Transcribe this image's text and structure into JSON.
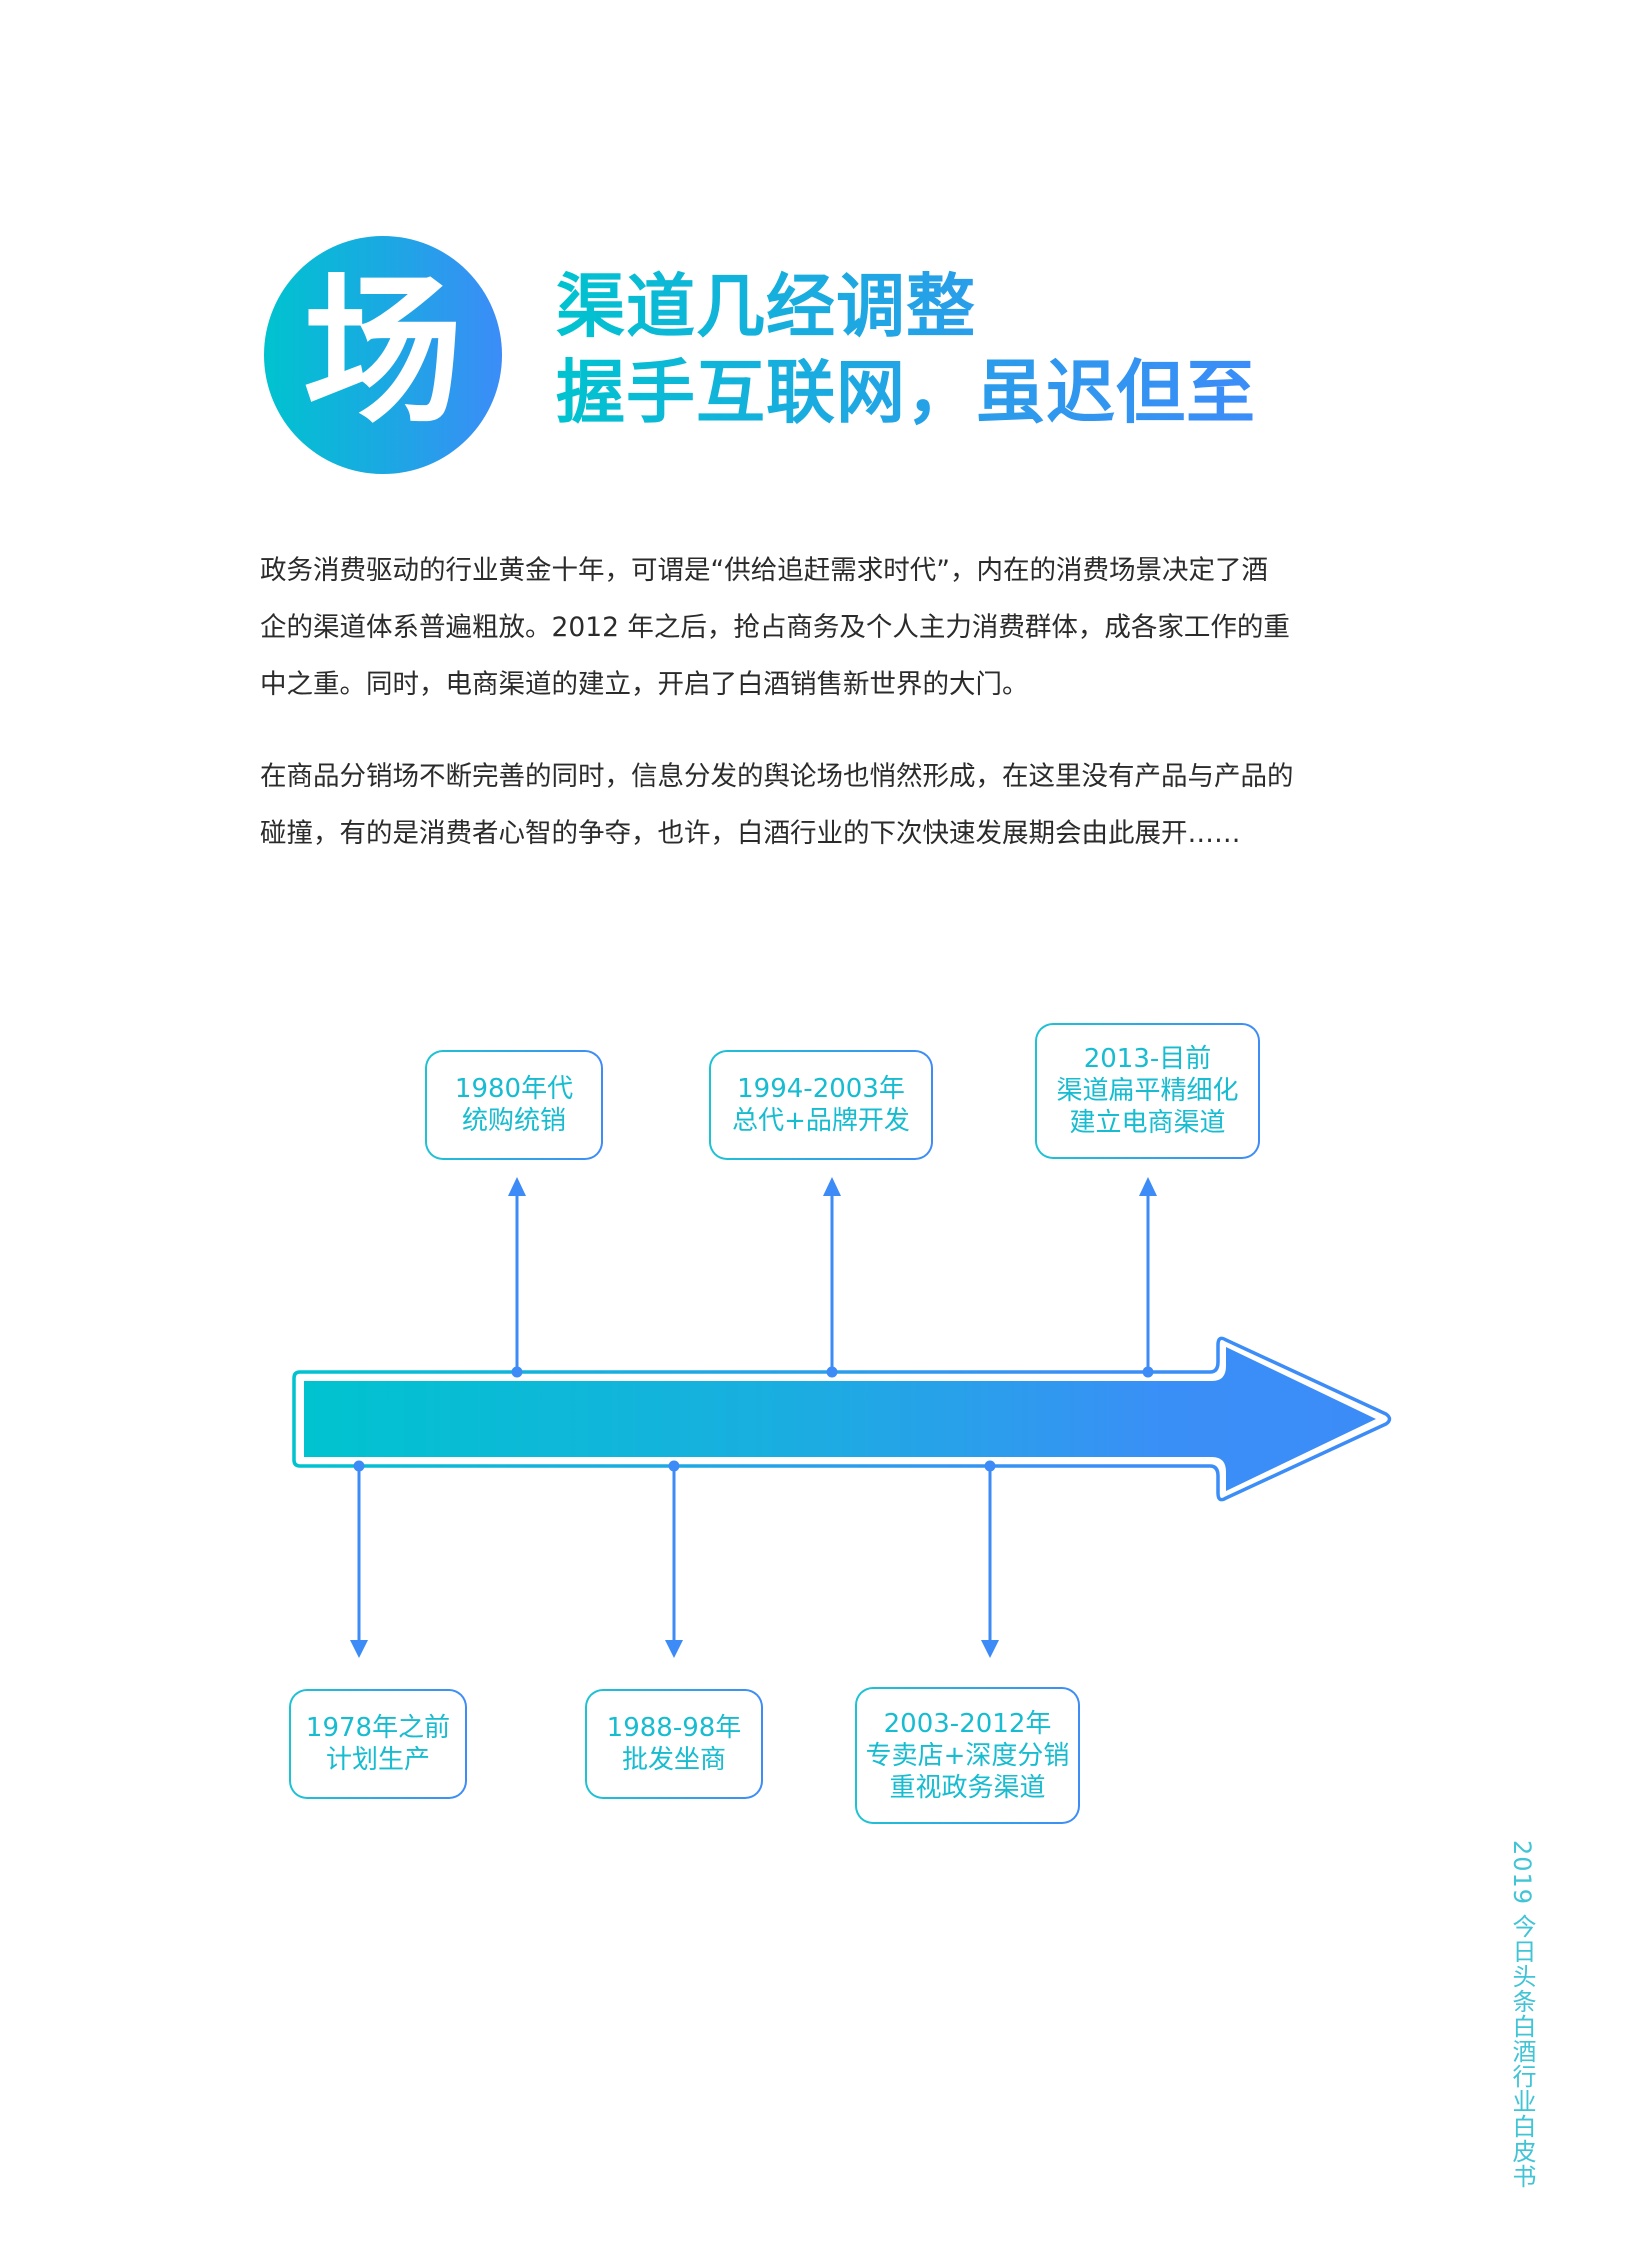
{
  "header": {
    "badge_char": "场",
    "title_lines": [
      "渠道几经调整",
      "握手互联网，虽迟但至"
    ]
  },
  "body": {
    "paragraphs": [
      {
        "lines": [
          "政务消费驱动的行业黄金十年，可谓是“供给追赶需求时代”，内在的消费场景决定了酒",
          "企的渠道体系普遍粗放。2012 年之后，抢占商务及个人主力消费群体，成各家工作的重",
          "中之重。同时，电商渠道的建立，开启了白酒销售新世界的大门。"
        ]
      },
      {
        "lines": [
          "在商品分销场不断完善的同时，信息分发的舆论场也悄然形成，在这里没有产品与产品的",
          "碰撞，有的是消费者心智的争夺，也许，白酒行业的下次快速发展期会由此展开……"
        ]
      }
    ]
  },
  "timeline": {
    "colors": {
      "start": "#00c3cf",
      "end": "#3c8cf8",
      "connector": "#3d8bf7",
      "text": "#17bcd0"
    },
    "above": [
      {
        "lines": [
          "1980年代",
          "统购统销"
        ]
      },
      {
        "lines": [
          "1994-2003年",
          "总代+品牌开发"
        ]
      },
      {
        "lines": [
          "2013-目前",
          "渠道扁平精细化",
          "建立电商渠道"
        ]
      }
    ],
    "below": [
      {
        "lines": [
          "1978年之前",
          "计划生产"
        ]
      },
      {
        "lines": [
          "1988-98年",
          "批发坐商"
        ]
      },
      {
        "lines": [
          "2003-2012年",
          "专卖店+深度分销",
          "重视政务渠道"
        ]
      }
    ]
  },
  "footer": {
    "side_label": "2019 今日头条白酒行业白皮书"
  }
}
